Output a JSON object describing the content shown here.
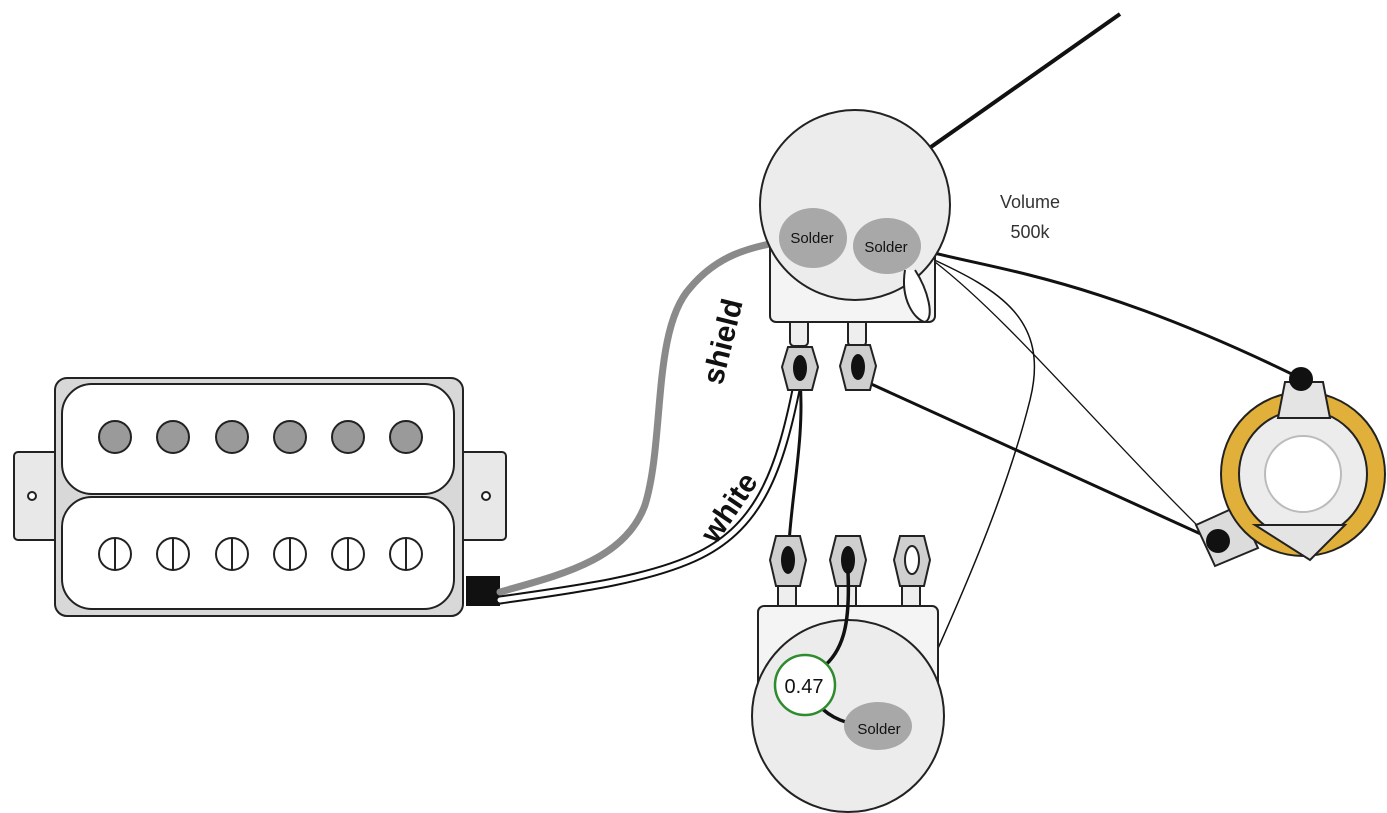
{
  "volume_pot": {
    "label_line1": "Volume",
    "label_line2": "500k",
    "solder_left": "Solder",
    "solder_right": "Solder"
  },
  "tone_pot": {
    "solder": "Solder",
    "capacitor_value": "0.47"
  },
  "wires": {
    "shield_label": "shield",
    "white_label": "white"
  },
  "colors": {
    "shield_wire": "#8a8a8a",
    "white_wire": "#ffffff",
    "jack_ring": "#e0b03a",
    "capacitor": "#2e8b2e",
    "solder": "#a8a8a8"
  }
}
